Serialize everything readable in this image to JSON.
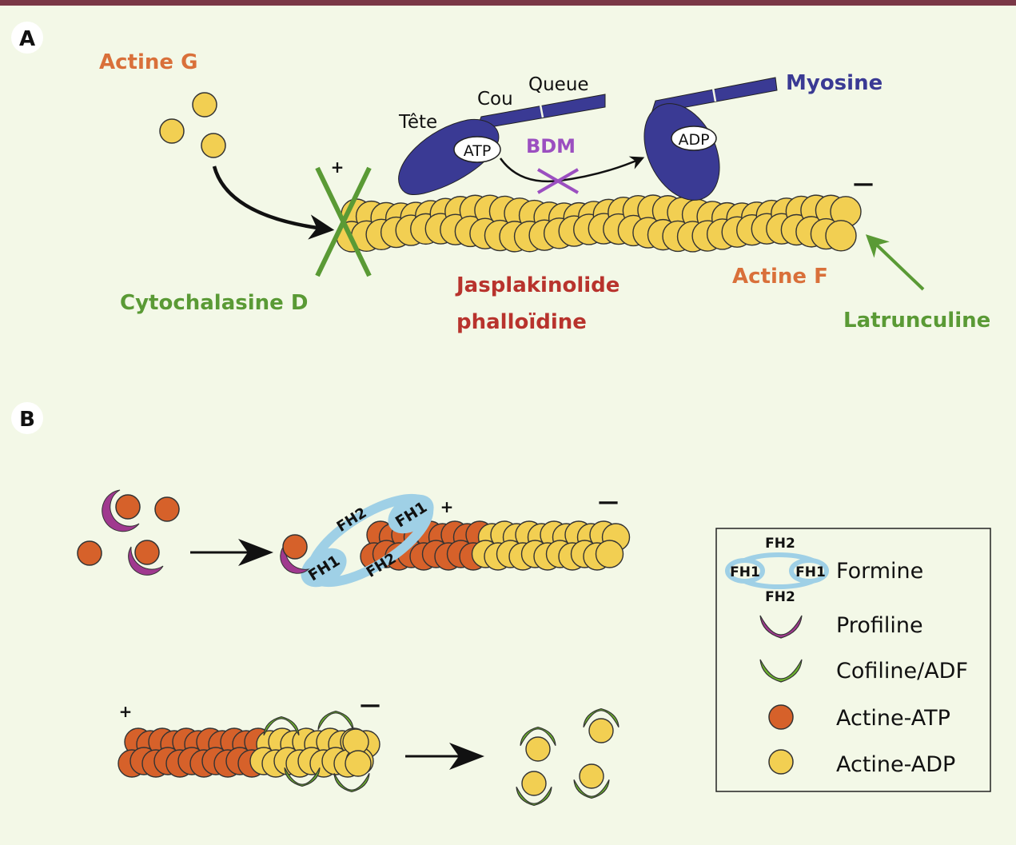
{
  "panel_a": {
    "letter": "A",
    "actine_g": "Actine G",
    "tete": "Tête",
    "cou": "Cou",
    "queue": "Queue",
    "myosine": "Myosine",
    "atp": "ATP",
    "adp": "ADP",
    "bdm": "BDM",
    "plus": "+",
    "minus": "—",
    "cytochalasine": "Cytochalasine D",
    "jasplakinolide": "Jasplakinolide",
    "phalloidine": "phalloïdine",
    "actine_f": "Actine F",
    "latrunculine": "Latrunculine"
  },
  "panel_b": {
    "letter": "B",
    "fh1": "FH1",
    "fh2": "FH2",
    "plus": "+",
    "minus": "—"
  },
  "legend": {
    "formine_fh2": "FH2",
    "formine_fh1": "FH1",
    "formine": "Formine",
    "profiline": "Profiline",
    "cofiline": "Cofiline/ADF",
    "actine_atp": "Actine-ATP",
    "actine_adp": "Actine-ADP"
  },
  "colors": {
    "background": "#f3f8e7",
    "top_bar": "#7a3846",
    "actin_adp": "#f2cf52",
    "actin_atp": "#d6612a",
    "myosin": "#3a3a94",
    "profilin": "#a0398f",
    "cofilin": "#6cb22e",
    "formin": "#9fd0e6",
    "orange_label": "#d9703a",
    "green_label": "#5a9a35",
    "red_label": "#b8332d",
    "purple_label": "#9b4fc0"
  }
}
